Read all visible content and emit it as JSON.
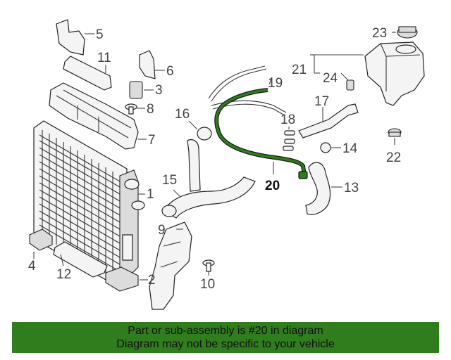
{
  "callouts": {
    "c1": "1",
    "c2": "2",
    "c3": "3",
    "c4": "4",
    "c5": "5",
    "c6": "6",
    "c7": "7",
    "c8": "8",
    "c9": "9",
    "c10": "10",
    "c11": "11",
    "c12": "12",
    "c13": "13",
    "c14": "14",
    "c15": "15",
    "c16": "16",
    "c17": "17",
    "c18": "18",
    "c19": "19",
    "c20": "20",
    "c21": "21",
    "c22": "22",
    "c23": "23",
    "c24": "24"
  },
  "highlight_color": "#2f7d1c",
  "banner": {
    "line1": "Part or sub-assembly is #20 in diagram",
    "line2": "Diagram may not be specific to your vehicle"
  }
}
